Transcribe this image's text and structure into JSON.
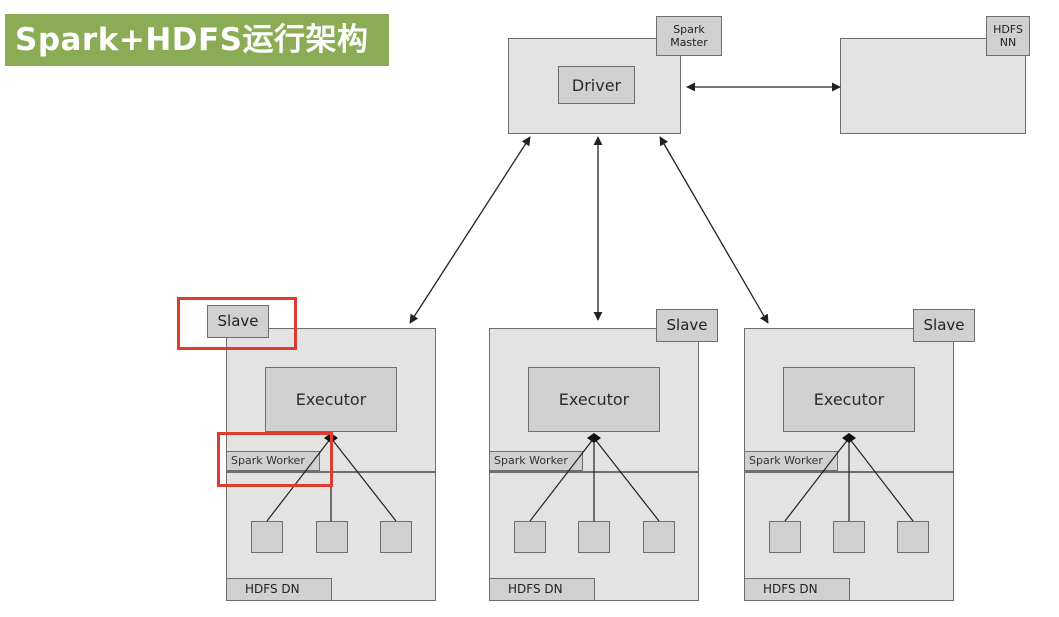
{
  "title": "Spark+HDFS运行架构",
  "master": {
    "tag": "Spark Master",
    "tag_line1": "Spark",
    "tag_line2": "Master",
    "driver": "Driver"
  },
  "namenode": {
    "tag_line1": "HDFS",
    "tag_line2": "NN"
  },
  "slaves": [
    {
      "tag": "Slave",
      "executor": "Executor",
      "worker": "Spark Worker",
      "dn": "HDFS DN"
    },
    {
      "tag": "Slave",
      "executor": "Executor",
      "worker": "Spark Worker",
      "dn": "HDFS DN"
    },
    {
      "tag": "Slave",
      "executor": "Executor",
      "worker": "Spark Worker",
      "dn": "HDFS DN"
    }
  ],
  "colors": {
    "title_bg": "#8aac54",
    "box_fill": "#e3e3e3",
    "inner_fill": "#d0d0d0",
    "highlight": "#e03b2e"
  }
}
